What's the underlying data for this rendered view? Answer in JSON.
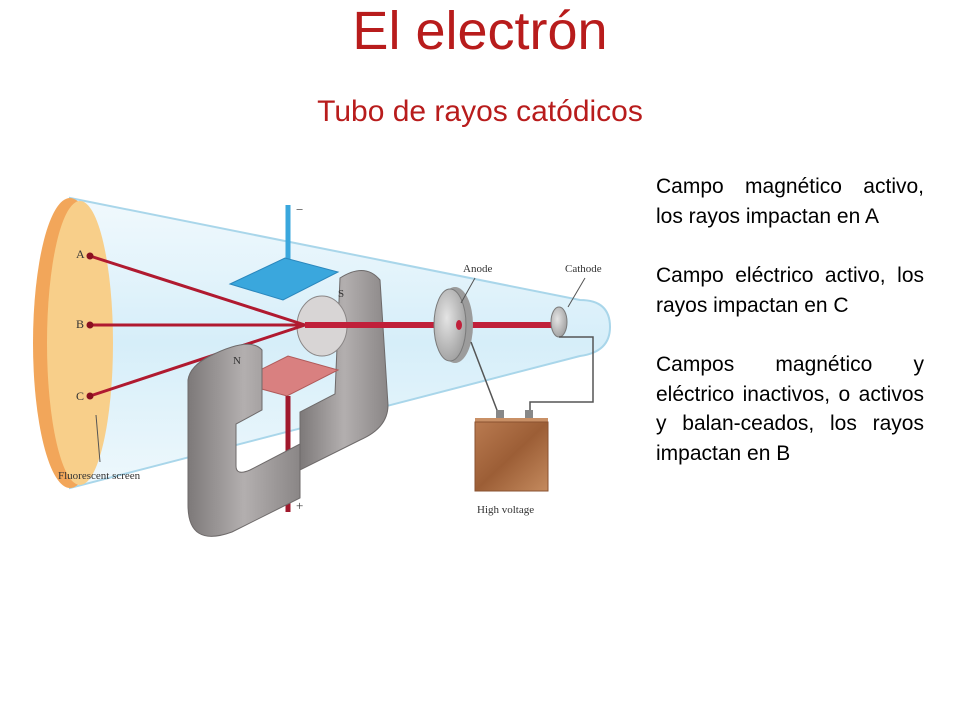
{
  "title": "El electrón",
  "subtitle": "Tubo de rayos catódicos",
  "notes": [
    "Campo magnético activo, los rayos impactan en A",
    "Campo eléctrico activo, los rayos impactan en C",
    "Campos magnético y eléctrico inactivos, o activos y balan-ceados, los rayos impactan en B"
  ],
  "diagram": {
    "point_labels": [
      "A",
      "B",
      "C"
    ],
    "anode_label": "Anode",
    "cathode_label": "Cathode",
    "screen_label": "Fluorescent screen",
    "voltage_label": "High voltage",
    "north_label": "N",
    "south_label": "S",
    "minus_label": "−",
    "plus_label": "+"
  },
  "colors": {
    "title": "#b81c1c",
    "beam": "#c0203a",
    "screen": "#f8cf8a",
    "glass": "#dff2fb",
    "magnet": "#9e9a9a",
    "negative_plate": "#3aa7dd",
    "positive_plate": "#d98080"
  }
}
